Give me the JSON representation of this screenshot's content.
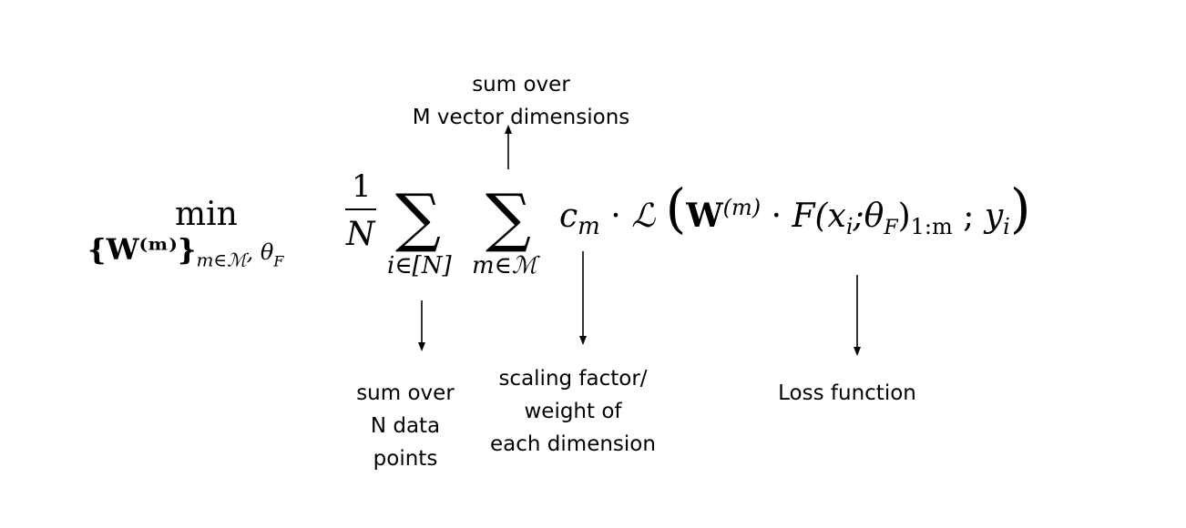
{
  "equation": {
    "min_label": "min",
    "min_subscript": "{W⁽ᵐ⁾}",
    "min_subscript_index": "m∈ℳ",
    "min_subscript_extra": ", θ",
    "min_subscript_extra_index": "F",
    "fraction_numerator": "1",
    "fraction_denominator": "N",
    "sum_symbol": "∑",
    "sum1_index": "i∈[N]",
    "sum2_index": "m∈ℳ",
    "coefficient": "c",
    "coefficient_index": "m",
    "dot": "·",
    "loss_symbol": "ℒ",
    "open_paren": "(",
    "weight_symbol": "W",
    "weight_superscript": "(m)",
    "function_expr": "F(x",
    "function_x_index": "i",
    "function_params": ";θ",
    "function_params_index": "F",
    "function_close": ")",
    "function_range": "1:m",
    "separator": ";",
    "target": "y",
    "target_index": "i",
    "close_paren": ")"
  },
  "annotations": {
    "sum_m": [
      "sum over",
      "M vector dimensions"
    ],
    "sum_n": [
      "sum over",
      "N data",
      "points"
    ],
    "scaling": [
      "scaling factor/",
      "weight of",
      "each dimension"
    ],
    "loss": [
      "Loss function"
    ]
  }
}
